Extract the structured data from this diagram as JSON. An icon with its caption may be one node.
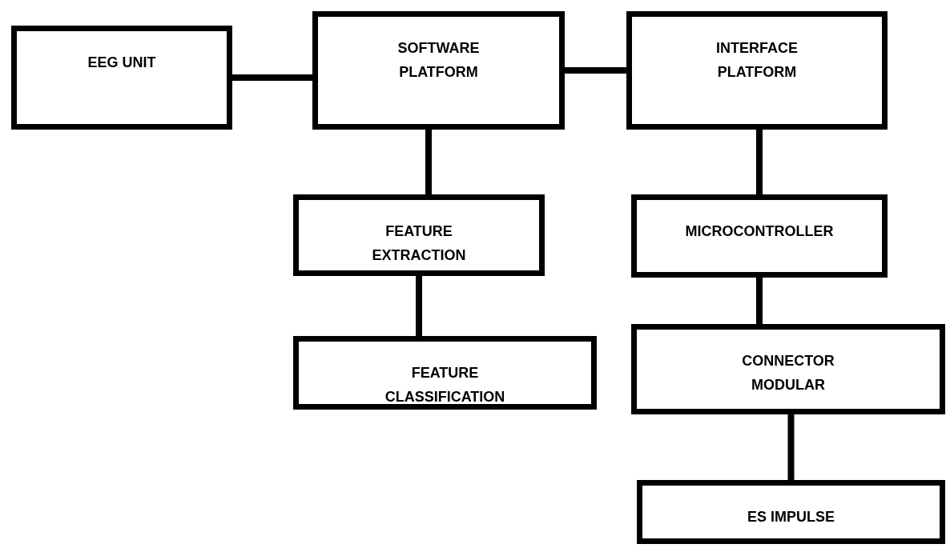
{
  "diagram": {
    "nodes": [
      {
        "text": [
          "EEG UNIT"
        ]
      },
      {
        "text": [
          "SOFTWARE PLATFORM"
        ]
      },
      {
        "text": [
          "INTERFACE PLATFORM"
        ]
      },
      {
        "text": [
          "FEATURE EXTRACTION"
        ]
      },
      {
        "text": [
          "FEATURE CLASSIFICATION"
        ]
      },
      {
        "text": [
          "MICROCONTROLLER"
        ]
      },
      {
        "text": [
          "CONNECTOR MODULAR"
        ]
      },
      {
        "text": [
          "ES IMPULSE"
        ]
      }
    ],
    "edges": [
      {
        "from": 0,
        "to": 1,
        "arrow": "none"
      },
      {
        "from": 1,
        "to": 2,
        "arrow": "none"
      },
      {
        "from": 1,
        "to": 3,
        "arrow": "none"
      },
      {
        "from": 3,
        "to": 4,
        "arrow": "none"
      },
      {
        "from": 2,
        "to": 5,
        "arrow": "none"
      },
      {
        "from": 5,
        "to": 6,
        "arrow": "none"
      },
      {
        "from": 6,
        "to": 7,
        "arrow": "none"
      }
    ]
  }
}
